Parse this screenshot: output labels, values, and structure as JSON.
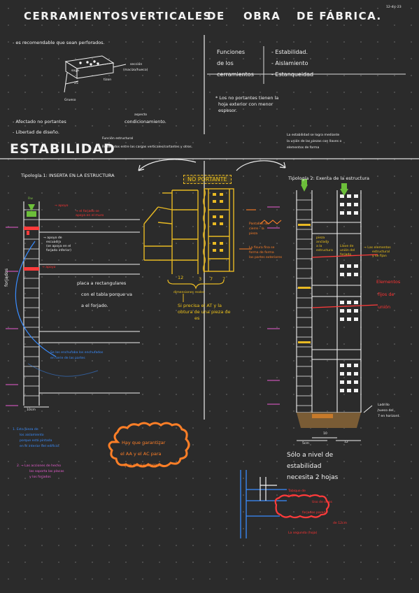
{
  "header": {
    "title_words": [
      "CERRAMIENTOS",
      "VERTICALES",
      "DE",
      "OBRA",
      "DE FÁBRICA."
    ],
    "date": "12-dic-23"
  },
  "intro": {
    "perforated_note": "- es recomendable que sean perforados.",
    "brick_labels": {
      "soga": "soga",
      "tizon": "tizon",
      "grueso": "Grueso",
      "dim_25": "25",
      "section": "sección",
      "section_paren": "(macizo/hueco)"
    },
    "factors": {
      "prefix": "- Afectado no portantes",
      "aspecto": "aspecto",
      "condicionamiento": "condicionamiento.",
      "design_line": "- Libertad de diseño."
    }
  },
  "functions": {
    "label_lines": [
      "Funciones",
      "de los",
      "cerramientos"
    ],
    "items": [
      "- Estabilidad.",
      "- Aislamiento",
      "- Estanqueidad"
    ],
    "note_lines": [
      "* Los no portantes tienen la",
      "hoja exterior con menor",
      "espesor."
    ]
  },
  "estabilidad": {
    "heading": "ESTABILIDAD",
    "function_label": "Función estructural",
    "function_desc": "Rellenados entre las cargas verticales/cortantes y otros.",
    "right_note_lines": [
      "La estabilidad se logra mediante",
      "la unión de las piezas con llaves o",
      "elementos de forma"
    ]
  },
  "left_section": {
    "typology": "Tipología 1: INSERTA EN LA ESTRUCTURA",
    "vertical_label": "forjados",
    "green_label": "Rw",
    "red_notes": [
      "→ apoyo",
      "→ el forjado se",
      "apoya en el muro",
      "→ apoyo"
    ],
    "white_tiny": [
      "→ apoyo de",
      "escuadra",
      "(se apoya en el",
      "forjado inferior)"
    ],
    "mid_text": [
      "placa a rectangulares",
      "con el tabla porque va",
      "a el forjado."
    ],
    "blue_note_lines": [
      "Se los enchufaba los enchufados",
      "en serie de las partes"
    ],
    "dim_bottom": "10cm",
    "blue_bottom": [
      "1. Esta pieza de",
      "los aislamiento",
      "porque está pintada",
      "en el interior del edificio."
    ],
    "pink_bottom": [
      "2. → Las acciones de hecho",
      "las soporta las placas",
      "y los forjados"
    ]
  },
  "center_section": {
    "badge": "NO PORTANTE",
    "dims": [
      "12",
      "3",
      "7",
      "7"
    ],
    "dim_caption": "dimensiones reales",
    "yellow_lines": [
      "Si precisa el AT y la",
      "obtura de una pieza de",
      "es"
    ],
    "orange_right": [
      "Pantallas de",
      "cierre - la",
      "pieza",
      "La fisura fina se",
      "forma de forma",
      "las partes exteriores"
    ],
    "orange_box_lines": [
      "Hay que garantizar",
      "el AA y el AC para",
      "que no se carga."
    ]
  },
  "right_section": {
    "typology": "Tipología 2: Exenta de la estructura",
    "yellow_notes": [
      "pieza",
      "anclada",
      "a la",
      "estructura",
      "Llave de",
      "unión del",
      "forjado",
      "→ Las elementos",
      "estructural",
      "y se fijan"
    ],
    "red_note_lines": [
      "Elementos",
      "fijos de",
      "unión"
    ],
    "callout_lines": [
      "Ladrillo",
      "hueco del",
      "7 en horizont."
    ],
    "dims": [
      "10",
      "12"
    ],
    "dim_left": "5cm",
    "stability_lines": [
      "Sólo a nivel de",
      "estabilidad",
      "necesita 2 hojas"
    ],
    "red_box_lines": [
      "Tabique de",
      "hoja",
      "La segunda (hoja)"
    ],
    "red_bottom": [
      "Uso de otros",
      "forjados pared",
      "de 12cm"
    ]
  }
}
